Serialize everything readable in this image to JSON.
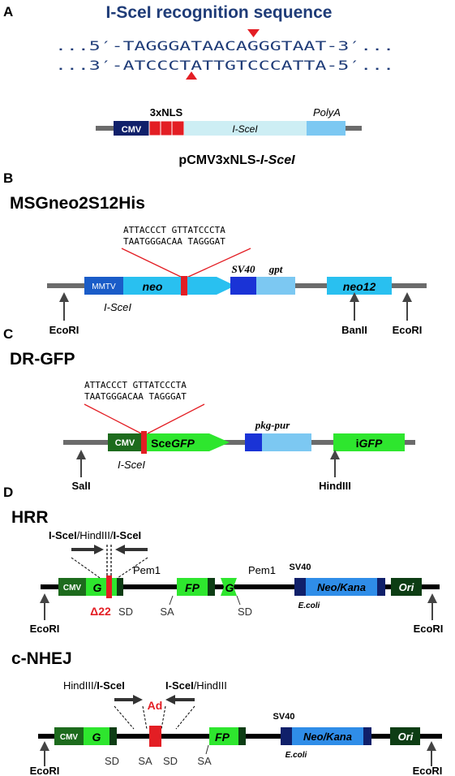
{
  "colors": {
    "navy_title": "#1f3c78",
    "red": "#e31e24",
    "dark_navy": "#10206a",
    "light_blue": "#cdeef4",
    "sky_blue": "#7cc8f2",
    "cyan": "#29c0f0",
    "royal_blue": "#1a33d6",
    "dark_green": "#1d6b1d",
    "bright_green": "#2ee62e",
    "deep_green": "#0d3d14",
    "gray_line": "#6b6b6b",
    "black": "#000000"
  },
  "panel_a": {
    "letter": "A",
    "title": "I-SceI recognition sequence",
    "seq_top": "...5′-TAGGGATAACAGGGTAAT-3′...",
    "seq_bottom": "...3′-ATCCCTATTGTCCCATTA-5′...",
    "label_3xnls": "3xNLS",
    "label_cmv": "CMV",
    "label_isce": "I-SceI",
    "label_polya": "PolyA",
    "plasmid_prefix": "pCMV3xNLS-",
    "plasmid_suffix": "I-SceI"
  },
  "panel_b": {
    "letter": "B",
    "title": "MSGneo2S12His",
    "seq1": "ATTACCCT GTTATCCCTA",
    "seq2": "TAATGGGACAA TAGGGAT",
    "label_mmtv": "MMTV",
    "label_neo": "neo",
    "label_sv40": "SV40",
    "label_gpt": "gpt",
    "label_neo12": "neo12",
    "label_isce": "I-SceI",
    "label_ecori_left": "EcoRI",
    "label_banii": "BanII",
    "label_ecori_right": "EcoRI"
  },
  "panel_c": {
    "letter": "C",
    "title": "DR-GFP",
    "seq1": "ATTACCCT GTTATCCCTA",
    "seq2": "TAATGGGACAA TAGGGAT",
    "label_cmv": "CMV",
    "label_scegfp_prefix": "Sce",
    "label_scegfp_suffix": "GFP",
    "label_pkg": "pkg-pur",
    "label_igfp_prefix": "i",
    "label_igfp_suffix": "GFP",
    "label_sali": "SalI",
    "label_isce": "I-SceI",
    "label_hindiii": "HindIII"
  },
  "panel_d": {
    "letter": "D",
    "hrr": {
      "title": "HRR",
      "site_prefix": "I-SceI",
      "site_middle": "/HindIII/",
      "site_suffix": "I-SceI",
      "label_cmv": "CMV",
      "label_g": "G",
      "label_pem1_a": "Pem1",
      "label_fp": "FP",
      "label_g2": "G",
      "label_pem1_b": "Pem1",
      "label_sv40": "SV40",
      "label_neokana": "Neo/Kana",
      "label_ori": "Ori",
      "label_ecoli": "E.coli",
      "label_delta22": "Δ22",
      "label_sd1": "SD",
      "label_sa": "SA",
      "label_sd2": "SD",
      "label_ecori_left": "EcoRI",
      "label_ecori_right": "EcoRI"
    },
    "cnhej": {
      "title": "c-NHEJ",
      "left_site_prefix": "HindIII/",
      "left_site_suffix": "I-SceI",
      "right_site_prefix": "I-SceI",
      "right_site_suffix": "/HindIII",
      "label_ad": "Ad",
      "label_cmv": "CMV",
      "label_g": "G",
      "label_fp": "FP",
      "label_sv40": "SV40",
      "label_neokana": "Neo/Kana",
      "label_ori": "Ori",
      "label_ecoli": "E.coli",
      "label_sd1": "SD",
      "label_sa1": "SA",
      "label_sd2": "SD",
      "label_sa2": "SA",
      "label_ecori_left": "EcoRI",
      "label_ecori_right": "EcoRI"
    }
  }
}
